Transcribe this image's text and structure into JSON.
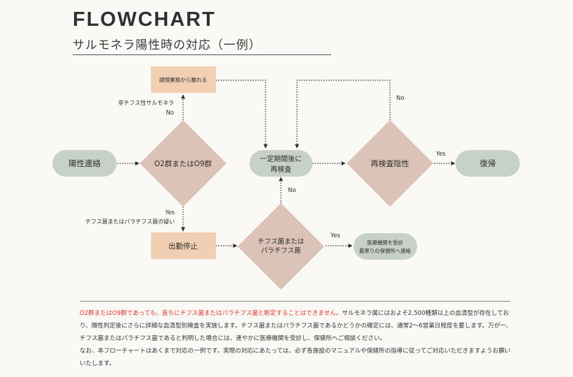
{
  "header": {
    "title": "FLOWCHART",
    "subtitle": "サルモネラ陽性時の対応（一例）"
  },
  "nodes": {
    "positive": "陽性連絡",
    "diamond_o2o9": "O2群またはO9群",
    "leave_cooking": "調理業務から離れる",
    "stop_work": "出勤停止",
    "retest_line1": "一定期間後に",
    "retest_line2": "再検査",
    "retest_negative": "再検査陰性",
    "return": "復帰",
    "typhoid_line1": "チフス菌または",
    "typhoid_line2": "パラチフス菌",
    "medical_line1": "医療機関を受診",
    "medical_line2": "最寄りの保健所へ連絡"
  },
  "edges": {
    "non_typhoid_note": "非チフス性サルモネラ",
    "no": "No",
    "yes": "Yes",
    "suspect_note": "チフス菌またはパラチフス菌の疑い"
  },
  "notes": {
    "warning": "O2群またはO9群であっても、直ちにチフス菌またはパラチフス菌と断定することはできません。",
    "p1_rest": "サルモネラ属にはおよそ2,500種類以上の血清型が存在しており、陽性判定後にさらに詳細な血清型別検査を実施します。チフス菌またはパラチフス菌であるかどうかの確定には、通常2〜6営業日程度を要します。万が一、チフス菌またはパラチフス菌であると判明した場合には、速やかに医療機関を受診し、保健所へご相談ください。",
    "p2": "なお、本フローチャートはあくまで対応の一例です。実際の対応にあたっては、必ず各施設のマニュアルや保健所の指導に従ってご対応いただきますようお願いいたします。"
  },
  "colors": {
    "sage": "#c7d1c7",
    "diamond": "#dcc3b8",
    "peach": "#f1cfb2",
    "warning_red": "#e0352b"
  }
}
